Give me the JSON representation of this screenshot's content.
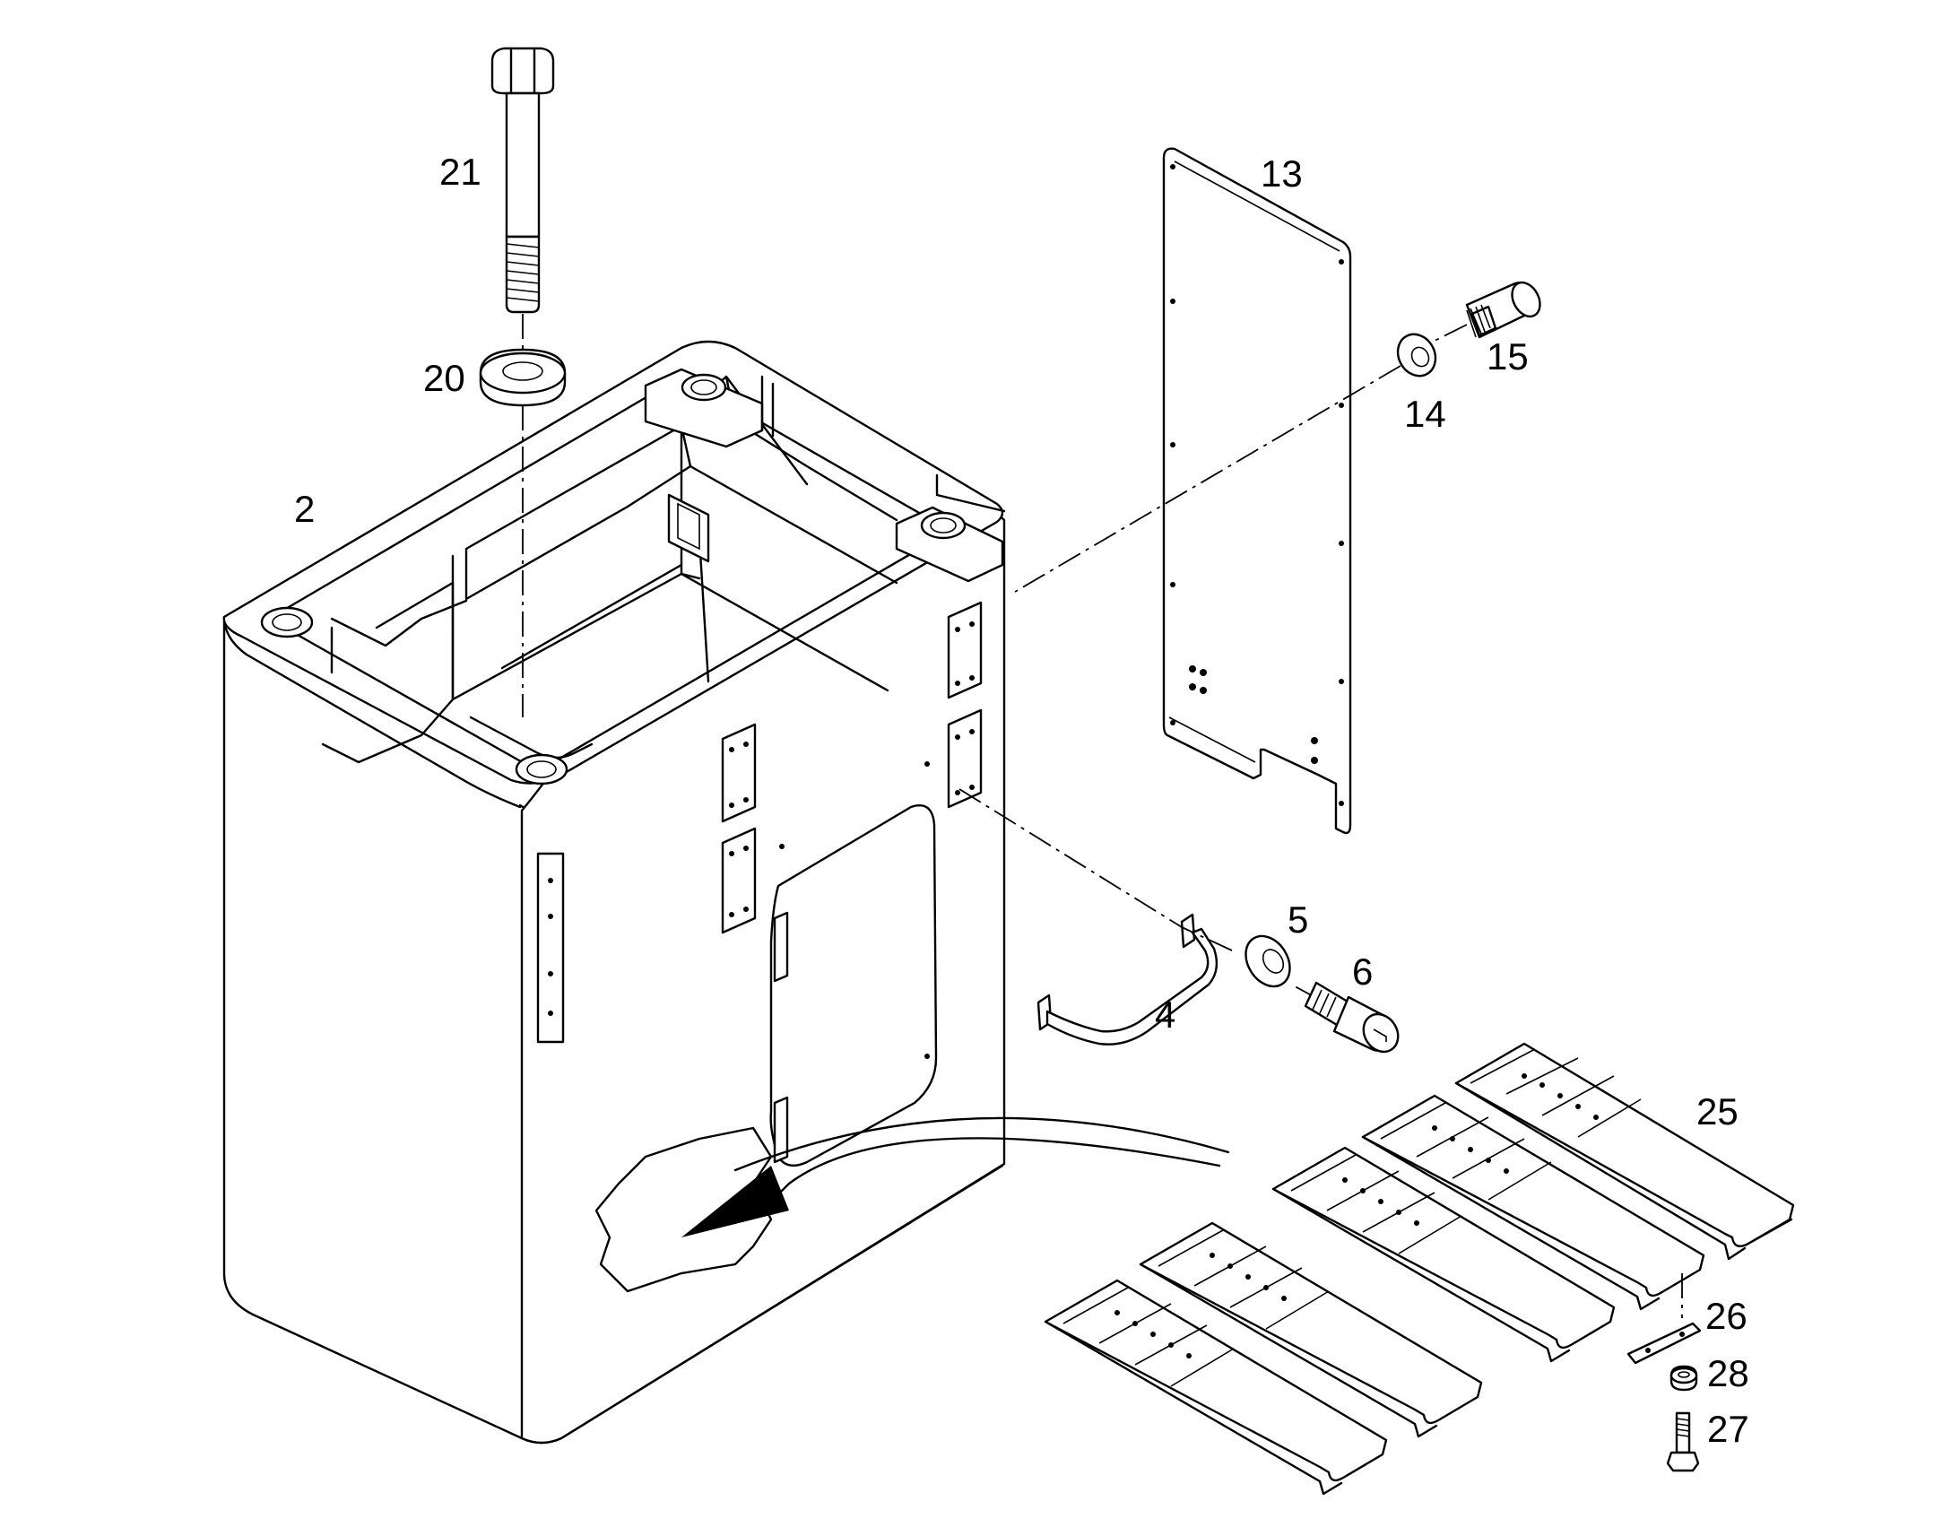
{
  "callouts": {
    "c2": "2",
    "c4": "4",
    "c5": "5",
    "c6": "6",
    "c13": "13",
    "c14": "14",
    "c15": "15",
    "c20": "20",
    "c21": "21",
    "c25": "25",
    "c26": "26",
    "c27": "27",
    "c28": "28"
  },
  "style": {
    "line_color": "#000000",
    "background": "#ffffff"
  }
}
